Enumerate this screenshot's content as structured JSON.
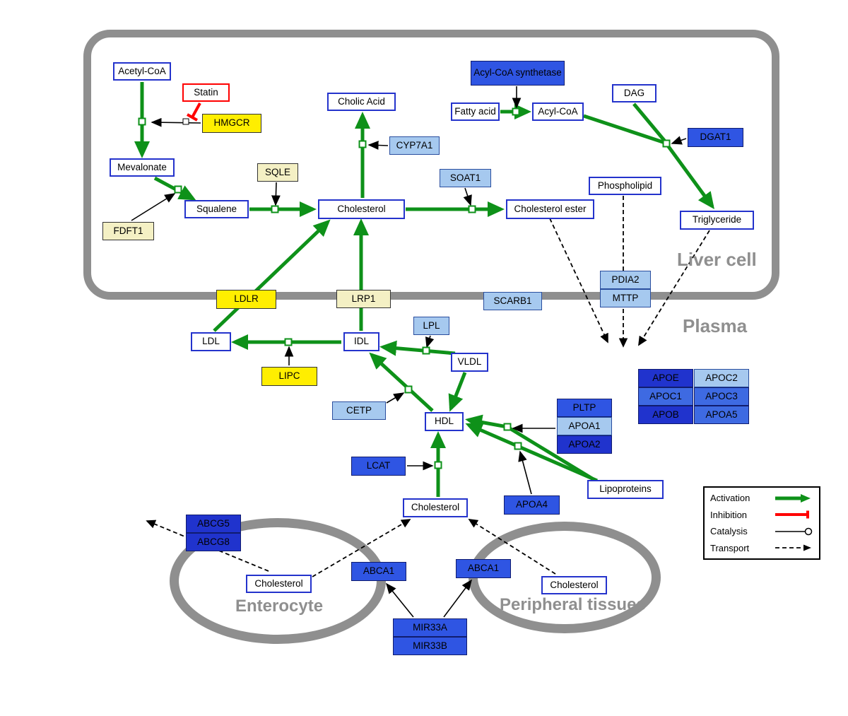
{
  "compartments": {
    "liver": "Liver cell",
    "plasma": "Plasma",
    "enterocyte": "Enterocyte",
    "peripheral": "Peripheral tissues"
  },
  "legend": {
    "activation": "Activation",
    "inhibition": "Inhibition",
    "catalysis": "Catalysis",
    "transport": "Transport"
  },
  "colors": {
    "activation": "#0e9119",
    "inhibition": "#ff0000",
    "metabolite_border": "#2433cc",
    "gene_blue": "#2f55e3",
    "gene_dark_blue": "#2033cd",
    "gene_mid_blue": "#3e6ae2",
    "gene_light_blue": "#a6c9ef",
    "enzyme_yellow": "#ffee00",
    "enzyme_pale_yellow": "#f4f0c4",
    "compartment_gray": "#8f8f8f"
  },
  "nodes": {
    "acetyl_coa": "Acetyl-CoA",
    "statin": "Statin",
    "hmgcr": "HMGCR",
    "mevalonate": "Mevalonate",
    "fdft1": "FDFT1",
    "squalene": "Squalene",
    "sqle": "SQLE",
    "cholic_acid": "Cholic Acid",
    "cyp7a1": "CYP7A1",
    "cholesterol_liver": "Cholesterol",
    "soat1": "SOAT1",
    "cholesterol_ester": "Cholesterol ester",
    "acyl_coa_synthetase": "Acyl-CoA synthetase",
    "fatty_acid": "Fatty acid",
    "acyl_coa": "Acyl-CoA",
    "dag": "DAG",
    "dgat1": "DGAT1",
    "phospholipid": "Phospholipid",
    "triglyceride": "Triglyceride",
    "ldlr": "LDLR",
    "lrp1": "LRP1",
    "scarb1": "SCARB1",
    "pdia2": "PDIA2",
    "mttp": "MTTP",
    "ldl": "LDL",
    "idl": "IDL",
    "lipc": "LIPC",
    "lpl": "LPL",
    "vldl": "VLDL",
    "cetp": "CETP",
    "hdl": "HDL",
    "pltp": "PLTP",
    "apoa1": "APOA1",
    "apoa2": "APOA2",
    "lcat": "LCAT",
    "apoa4": "APOA4",
    "lipoproteins": "Lipoproteins",
    "cholesterol_plasma": "Cholesterol",
    "apoe": "APOE",
    "apoc2": "APOC2",
    "apoc1": "APOC1",
    "apoc3": "APOC3",
    "apob": "APOB",
    "apoa5": "APOA5",
    "abcg5": "ABCG5",
    "abcg8": "ABCG8",
    "cholesterol_enterocyte": "Cholesterol",
    "abca1_enterocyte": "ABCA1",
    "abca1_peripheral": "ABCA1",
    "cholesterol_peripheral": "Cholesterol",
    "mir33a": "MIR33A",
    "mir33b": "MIR33B"
  },
  "edges": [
    {
      "from": "Acetyl-CoA",
      "to": "Mevalonate",
      "type": "activation"
    },
    {
      "from": "Mevalonate",
      "to": "Squalene",
      "type": "activation"
    },
    {
      "from": "Squalene",
      "to": "Cholesterol",
      "type": "activation"
    },
    {
      "from": "Cholesterol",
      "to": "Cholic Acid",
      "type": "activation"
    },
    {
      "from": "Cholesterol",
      "to": "Cholesterol ester",
      "type": "activation"
    },
    {
      "from": "Fatty acid",
      "to": "Acyl-CoA",
      "type": "activation"
    },
    {
      "from": "Acyl-CoA",
      "to": "Triglyceride",
      "type": "activation"
    },
    {
      "from": "DAG",
      "to": "Triglyceride",
      "type": "activation"
    },
    {
      "from": "IDL",
      "to": "LDL",
      "type": "activation"
    },
    {
      "from": "LDL",
      "to": "Cholesterol",
      "via": "LDLR",
      "type": "activation"
    },
    {
      "from": "IDL",
      "to": "Cholesterol",
      "via": "LRP1",
      "type": "activation"
    },
    {
      "from": "VLDL",
      "to": "IDL",
      "via": "LPL",
      "type": "activation"
    },
    {
      "from": "HDL",
      "to": "IDL",
      "via": "CETP",
      "type": "activation"
    },
    {
      "from": "VLDL",
      "to": "HDL",
      "type": "activation"
    },
    {
      "from": "Lipoproteins",
      "to": "HDL",
      "type": "activation"
    },
    {
      "from": "Cholesterol (plasma)",
      "to": "HDL",
      "via": "LCAT",
      "type": "activation"
    },
    {
      "from": "Statin",
      "to": "HMGCR",
      "type": "inhibition"
    },
    {
      "from": "HMGCR",
      "to": "Acetyl-CoA to Mevalonate",
      "type": "catalysis"
    },
    {
      "from": "FDFT1",
      "to": "Mevalonate to Squalene",
      "type": "catalysis"
    },
    {
      "from": "SQLE",
      "to": "Squalene to Cholesterol",
      "type": "catalysis"
    },
    {
      "from": "CYP7A1",
      "to": "Cholesterol to Cholic Acid",
      "type": "catalysis"
    },
    {
      "from": "SOAT1",
      "to": "Cholesterol to Cholesterol ester",
      "type": "catalysis"
    },
    {
      "from": "Acyl-CoA synthetase",
      "to": "Fatty acid to Acyl-CoA",
      "type": "catalysis"
    },
    {
      "from": "DGAT1",
      "to": "Acyl-CoA/DAG to Triglyceride",
      "type": "catalysis"
    },
    {
      "from": "LIPC",
      "to": "IDL to LDL",
      "type": "catalysis"
    },
    {
      "from": "APOA1/APOA2",
      "to": "Lipoproteins to HDL",
      "type": "catalysis"
    },
    {
      "from": "APOA4",
      "to": "Lipoproteins to HDL",
      "type": "catalysis"
    },
    {
      "from": "MIR33A/MIR33B",
      "to": "ABCA1 (enterocyte)",
      "type": "catalysis"
    },
    {
      "from": "MIR33A/MIR33B",
      "to": "ABCA1 (peripheral)",
      "type": "catalysis"
    },
    {
      "from": "Cholesterol ester",
      "to": "Plasma",
      "type": "transport"
    },
    {
      "from": "Phospholipid",
      "to": "Plasma",
      "via": "PDIA2/MTTP",
      "type": "transport"
    },
    {
      "from": "Triglyceride",
      "to": "Plasma",
      "type": "transport"
    },
    {
      "from": "Cholesterol (enterocyte)",
      "to": "outside",
      "via": "ABCG5/ABCG8",
      "type": "transport"
    },
    {
      "from": "Cholesterol (enterocyte)",
      "to": "Cholesterol (plasma)",
      "via": "ABCA1",
      "type": "transport"
    },
    {
      "from": "Cholesterol (peripheral)",
      "to": "Cholesterol (plasma)",
      "via": "ABCA1",
      "type": "transport"
    }
  ]
}
